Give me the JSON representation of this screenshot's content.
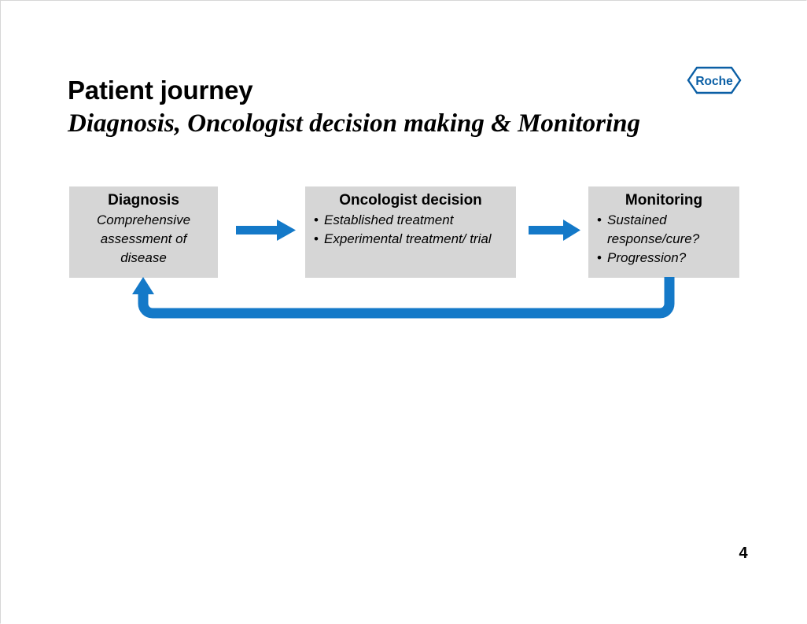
{
  "slide": {
    "title": "Patient journey",
    "subtitle": "Diagnosis, Oncologist decision making & Monitoring",
    "page_number": "4",
    "accent_color": "#1479c8",
    "box_fill_color": "#d6d6d6",
    "logo_color": "#0b5fa5"
  },
  "logo": {
    "name": "roche-logo",
    "text": "Roche"
  },
  "diagram": {
    "type": "process-flow",
    "boxes": [
      {
        "id": "diagnosis",
        "heading": "Diagnosis",
        "body_lines": [
          "Comprehensive",
          "assessment of",
          "disease"
        ],
        "bullets": []
      },
      {
        "id": "oncologist-decision",
        "heading": "Oncologist decision",
        "body_lines": [],
        "bullets": [
          "Established treatment",
          "Experimental treatment/ trial"
        ]
      },
      {
        "id": "monitoring",
        "heading": "Monitoring",
        "body_lines": [],
        "bullets": [
          "Sustained response/cure?",
          "Progression?"
        ]
      }
    ],
    "connectors": [
      {
        "id": "arrow-diagnosis-to-decision",
        "icon": "arrow-right-icon",
        "from": "diagnosis",
        "to": "oncologist-decision"
      },
      {
        "id": "arrow-decision-to-monitoring",
        "icon": "arrow-right-icon",
        "from": "oncologist-decision",
        "to": "monitoring"
      },
      {
        "id": "arrow-monitoring-to-diagnosis",
        "icon": "feedback-loop-arrow-icon",
        "from": "monitoring",
        "to": "diagnosis"
      }
    ],
    "bullet_glyph": "•"
  }
}
